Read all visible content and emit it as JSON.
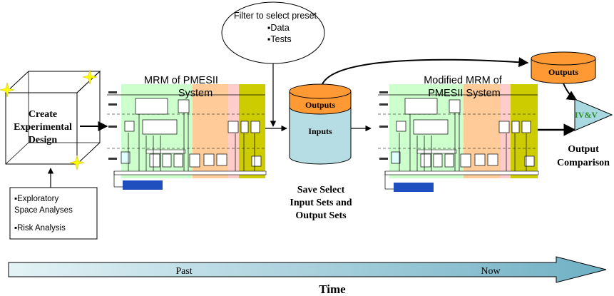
{
  "experimental_design": {
    "line1": "Create",
    "line2": "Experimental",
    "line3": "Design"
  },
  "analyses": {
    "item1_line1": "▪Exploratory",
    "item1_line2": "Space Analyses",
    "item2": "▪Risk Analysis"
  },
  "filter_callout": {
    "title": "Filter to select preset",
    "item1": "▪Data",
    "item2": "▪Tests"
  },
  "mrm_left": {
    "title_line1": "MRM of PMESII",
    "title_line2": "System"
  },
  "mrm_right": {
    "title_line1": "Modified MRM of",
    "title_line2": "PMESII System"
  },
  "database": {
    "top_label": "Outputs",
    "body_label": "Inputs"
  },
  "outputs_cylinder": {
    "label": "Outputs"
  },
  "ivv": {
    "label": "IV&V"
  },
  "output_comparison": {
    "line1": "Output",
    "line2": "Comparison"
  },
  "save_select": {
    "line1": "Save Select",
    "line2": "Input Sets and",
    "line3": "Output Sets"
  },
  "timeline": {
    "past": "Past",
    "now": "Now",
    "caption": "Time"
  },
  "colors": {
    "green_zone": "#ccffcc",
    "salmon_zone": "#ffcc99",
    "pink_zone": "#ffcccc",
    "olive_zone": "#cccc00",
    "cyl_orange": "#ff9933",
    "cyl_blue": "#b7dde4",
    "ivv_fill": "#a8d8e0",
    "ivv_text": "#2e8b2e",
    "arrow_start": "#e0f0f4",
    "arrow_end": "#6fb0c4",
    "legend_blue": "#1f4fbf"
  }
}
